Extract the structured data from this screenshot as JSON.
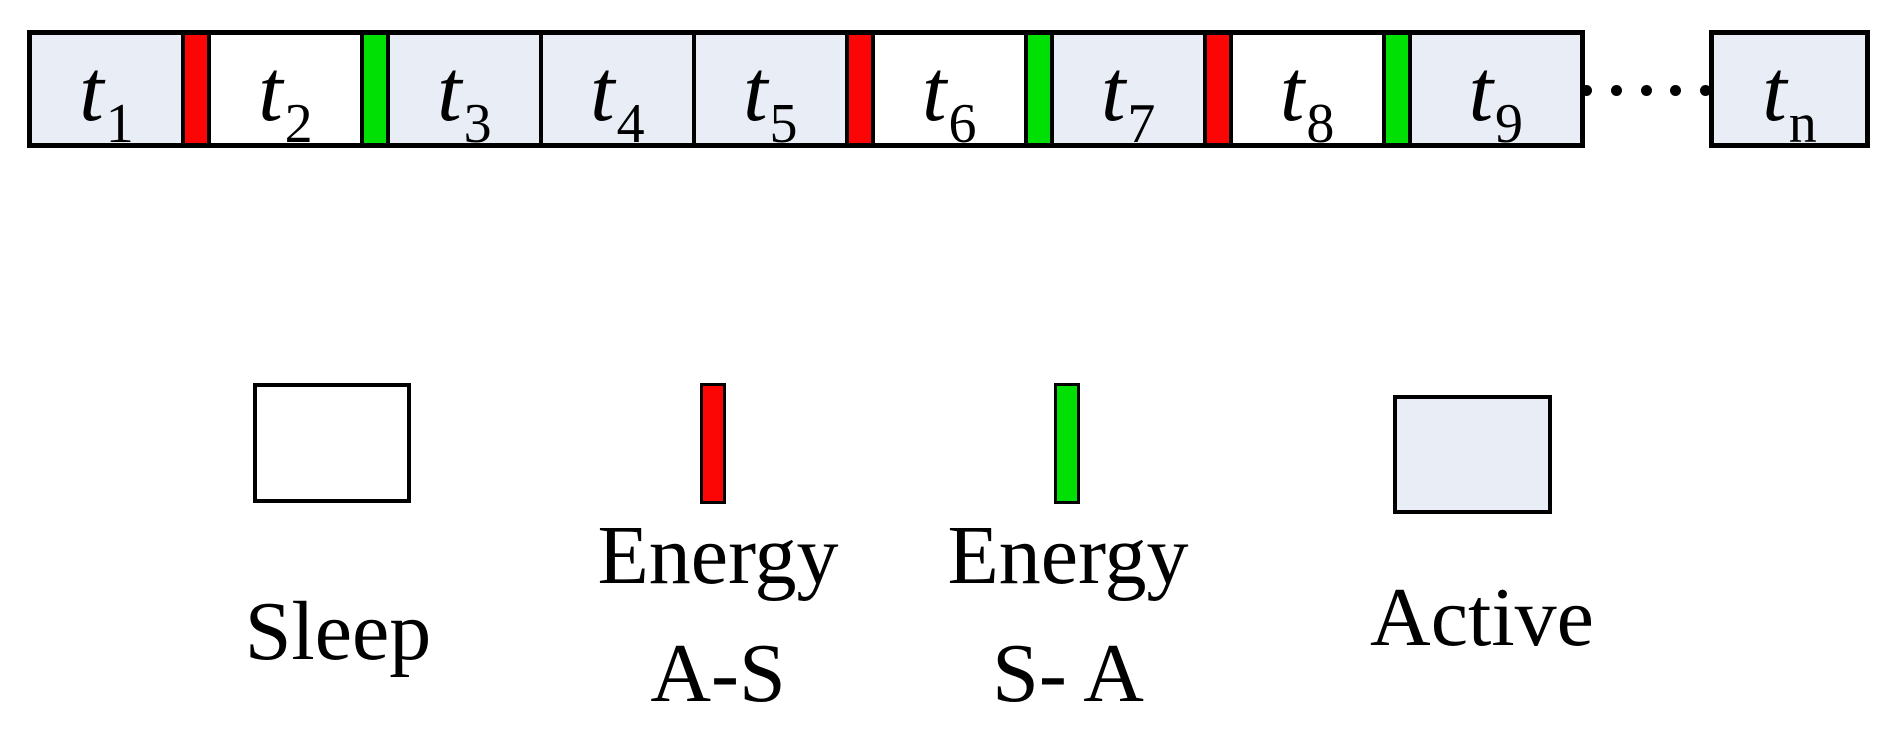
{
  "colors": {
    "active_fill": "#e8edf6",
    "sleep_fill": "#ffffff",
    "energy_a_s": "#fb0505",
    "energy_s_a": "#00e005",
    "outline": "#000000"
  },
  "timeline": {
    "items": [
      {
        "kind": "slot-active",
        "base": "t",
        "sub": "1"
      },
      {
        "kind": "bar-a-s"
      },
      {
        "kind": "slot-sleep",
        "base": "t",
        "sub": "2"
      },
      {
        "kind": "bar-s-a"
      },
      {
        "kind": "slot-active",
        "base": "t",
        "sub": "3"
      },
      {
        "kind": "slot-active",
        "base": "t",
        "sub": "4"
      },
      {
        "kind": "slot-active",
        "base": "t",
        "sub": "5"
      },
      {
        "kind": "bar-a-s"
      },
      {
        "kind": "slot-sleep",
        "base": "t",
        "sub": "6"
      },
      {
        "kind": "bar-s-a"
      },
      {
        "kind": "slot-active",
        "base": "t",
        "sub": "7"
      },
      {
        "kind": "bar-a-s"
      },
      {
        "kind": "slot-sleep",
        "base": "t",
        "sub": "8"
      },
      {
        "kind": "bar-s-a"
      },
      {
        "kind": "slot-active slot-wide",
        "base": "t",
        "sub": "9"
      }
    ],
    "ellipsis_dots": 5,
    "tail_slot": {
      "base": "t",
      "sub": "n",
      "state": "active"
    }
  },
  "legend": [
    {
      "id": "sleep",
      "label": "Sleep"
    },
    {
      "id": "energy-a-s",
      "label_line1": "Energy",
      "label_line2": "A-S"
    },
    {
      "id": "energy-s-a",
      "label_line1": "Energy",
      "label_line2": "S- A"
    },
    {
      "id": "active",
      "label": "Active"
    }
  ]
}
